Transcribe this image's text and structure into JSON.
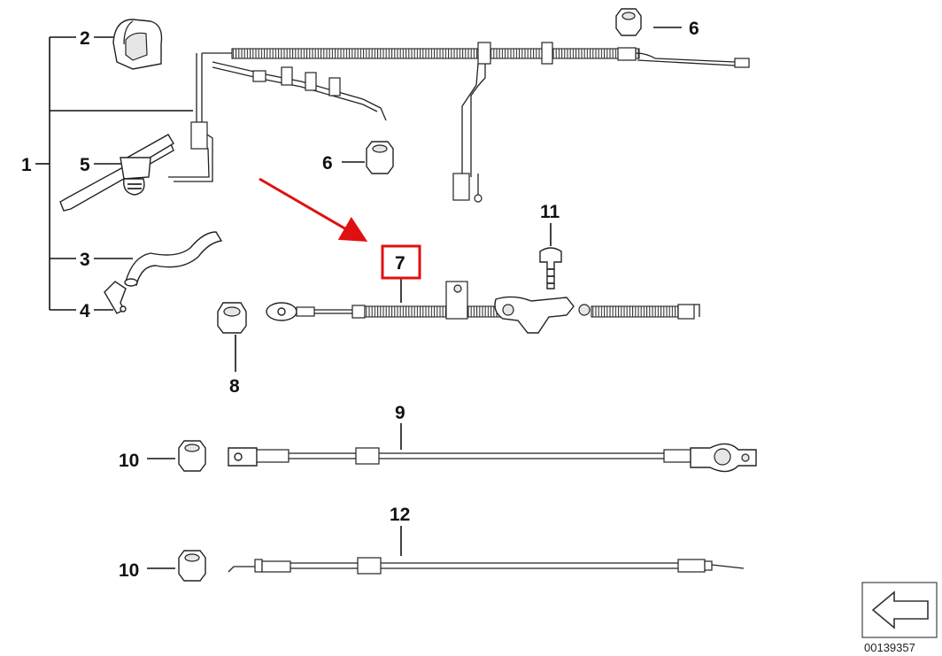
{
  "callouts": {
    "c1": "1",
    "c2": "2",
    "c3": "3",
    "c4": "4",
    "c5": "5",
    "c6a": "6",
    "c6b": "6",
    "c7": "7",
    "c8": "8",
    "c9": "9",
    "c10a": "10",
    "c10b": "10",
    "c11": "11",
    "c12": "12"
  },
  "diagram_code": "00139357",
  "colors": {
    "highlight": "#e01010",
    "line": "#111111"
  },
  "icons": {
    "back_nav": "left-arrow-icon"
  }
}
